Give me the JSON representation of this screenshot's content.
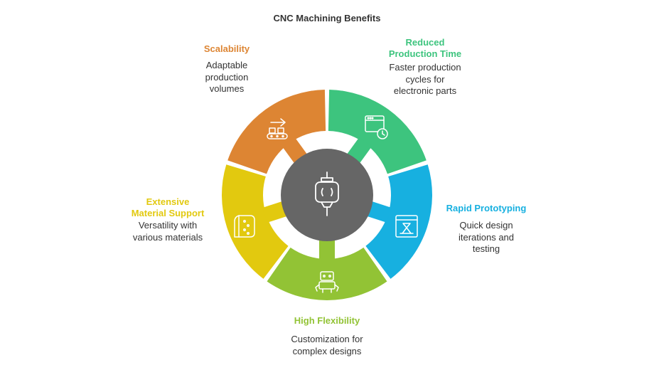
{
  "title": "CNC Machining Benefits",
  "center_icon": "spindle-icon",
  "segments": [
    {
      "key": "reduced",
      "heading": "Reduced\nProduction Time",
      "description": "Faster production\ncycles for\nelectronic parts",
      "color": "#3DC47E",
      "icon": "timer-window-icon"
    },
    {
      "key": "rapid",
      "heading": "Rapid Prototyping",
      "description": "Quick design\niterations and\ntesting",
      "color": "#17B0E0",
      "icon": "3d-printer-icon"
    },
    {
      "key": "flex",
      "heading": "High Flexibility",
      "description": "Customization for\ncomplex designs",
      "color": "#92C335",
      "icon": "robot-icon"
    },
    {
      "key": "material",
      "heading": "Extensive\nMaterial Support",
      "description": "Versatility with\nvarious materials",
      "color": "#E2C90F",
      "icon": "material-sheet-icon"
    },
    {
      "key": "scale",
      "heading": "Scalability",
      "description": "Adaptable\nproduction\nvolumes",
      "color": "#DD8533",
      "icon": "conveyor-icon"
    }
  ]
}
